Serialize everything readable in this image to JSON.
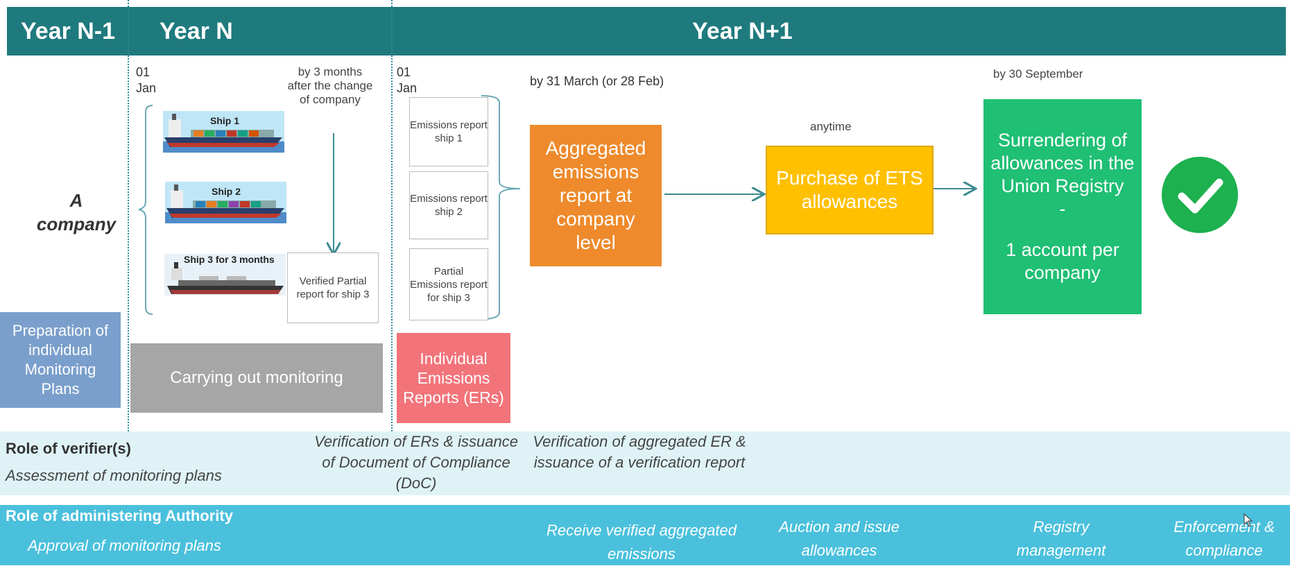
{
  "header": {
    "year_prev": "Year N-1",
    "year_n": "Year N",
    "year_next": "Year N+1"
  },
  "company_label": "A company",
  "dates": {
    "jan_n_day": "01",
    "jan_n_month": "Jan",
    "jan_next_day": "01",
    "jan_next_month": "Jan",
    "change_deadline": "by 3 months after the change of company",
    "march_deadline": "by 31 March (or 28 Feb)",
    "anytime": "anytime",
    "sept_deadline": "by 30 September"
  },
  "ships": [
    {
      "label": "Ship 1"
    },
    {
      "label": "Ship 2"
    },
    {
      "label": "Ship 3 for 3 months"
    }
  ],
  "verified_partial_report": "Verified Partial report for ship 3",
  "emission_reports": [
    "Emissions report ship 1",
    "Emissions report ship 2",
    "Partial Emissions report for ship 3"
  ],
  "boxes": {
    "preparation": "Preparation of individual Monitoring Plans",
    "monitoring": "Carrying out monitoring",
    "individual_ers": "Individual Emissions Reports (ERs)",
    "aggregated": "Aggregated emissions report at company level",
    "purchase": "Purchase of ETS allowances",
    "surrendering": "Surrendering of allowances in the Union Registry",
    "surrendering_dash": "-",
    "surrendering_account": "1 account per company"
  },
  "verifier": {
    "title": "Role of verifier(s)",
    "assessment": "Assessment of monitoring plans",
    "verification_ers": "Verification of ERs & issuance of Document of Compliance (DoC)",
    "verification_aggregated": "Verification of aggregated ER & issuance of a verification report"
  },
  "authority": {
    "title": "Role of administering Authority",
    "approval": "Approval of monitoring plans",
    "receive": "Receive verified aggregated emissions",
    "auction": "Auction and issue allowances",
    "registry": "Registry management",
    "enforcement": "Enforcement & compliance"
  },
  "colors": {
    "header": "#1f7a7e",
    "preparation": "#7a9fcc",
    "monitoring": "#a6a6a6",
    "individual_ers": "#f2747a",
    "aggregated": "#ee8a2c",
    "purchase": "#ffc000",
    "surrendering": "#1fbf74",
    "check": "#1db14f",
    "verifier_band": "#dff3f6",
    "authority_band": "#4ac0dc"
  },
  "icons": {
    "check": "check-circle-icon",
    "ship": "container-ship-icon",
    "cursor": "mouse-cursor-icon"
  }
}
